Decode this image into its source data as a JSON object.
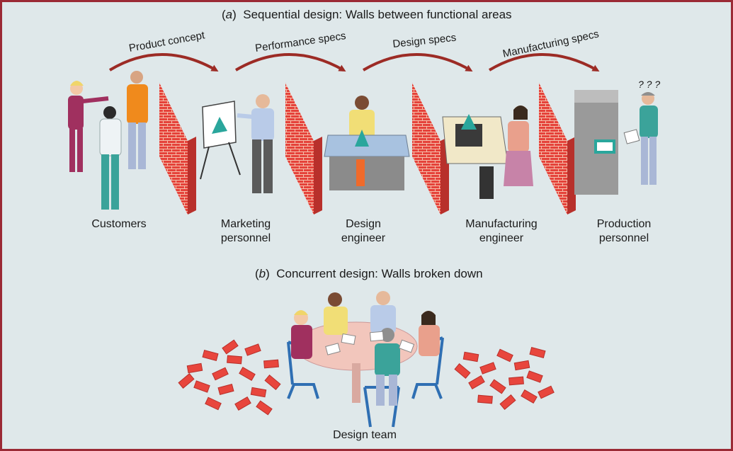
{
  "part_a": {
    "letter": "a",
    "title": "Sequential design: Walls between functional areas",
    "handoffs": [
      "Product concept",
      "Performance specs",
      "Design specs",
      "Manufacturing specs"
    ],
    "roles": [
      {
        "line1": "Customers",
        "line2": ""
      },
      {
        "line1": "Marketing",
        "line2": "personnel"
      },
      {
        "line1": "Design",
        "line2": "engineer"
      },
      {
        "line1": "Manufacturing",
        "line2": "engineer"
      },
      {
        "line1": "Production",
        "line2": "personnel"
      }
    ],
    "confusion_mark": "? ? ?"
  },
  "part_b": {
    "letter": "b",
    "title": "Concurrent design: Walls broken down",
    "team_label": "Design team"
  },
  "colors": {
    "border": "#9b2a35",
    "background": "#dfe8ea",
    "arrow": "#9c2b25",
    "brick": "#e8463d",
    "mortar": "#f7c9b8",
    "chair": "#2f6fb3",
    "table": "#f2c6bc"
  }
}
